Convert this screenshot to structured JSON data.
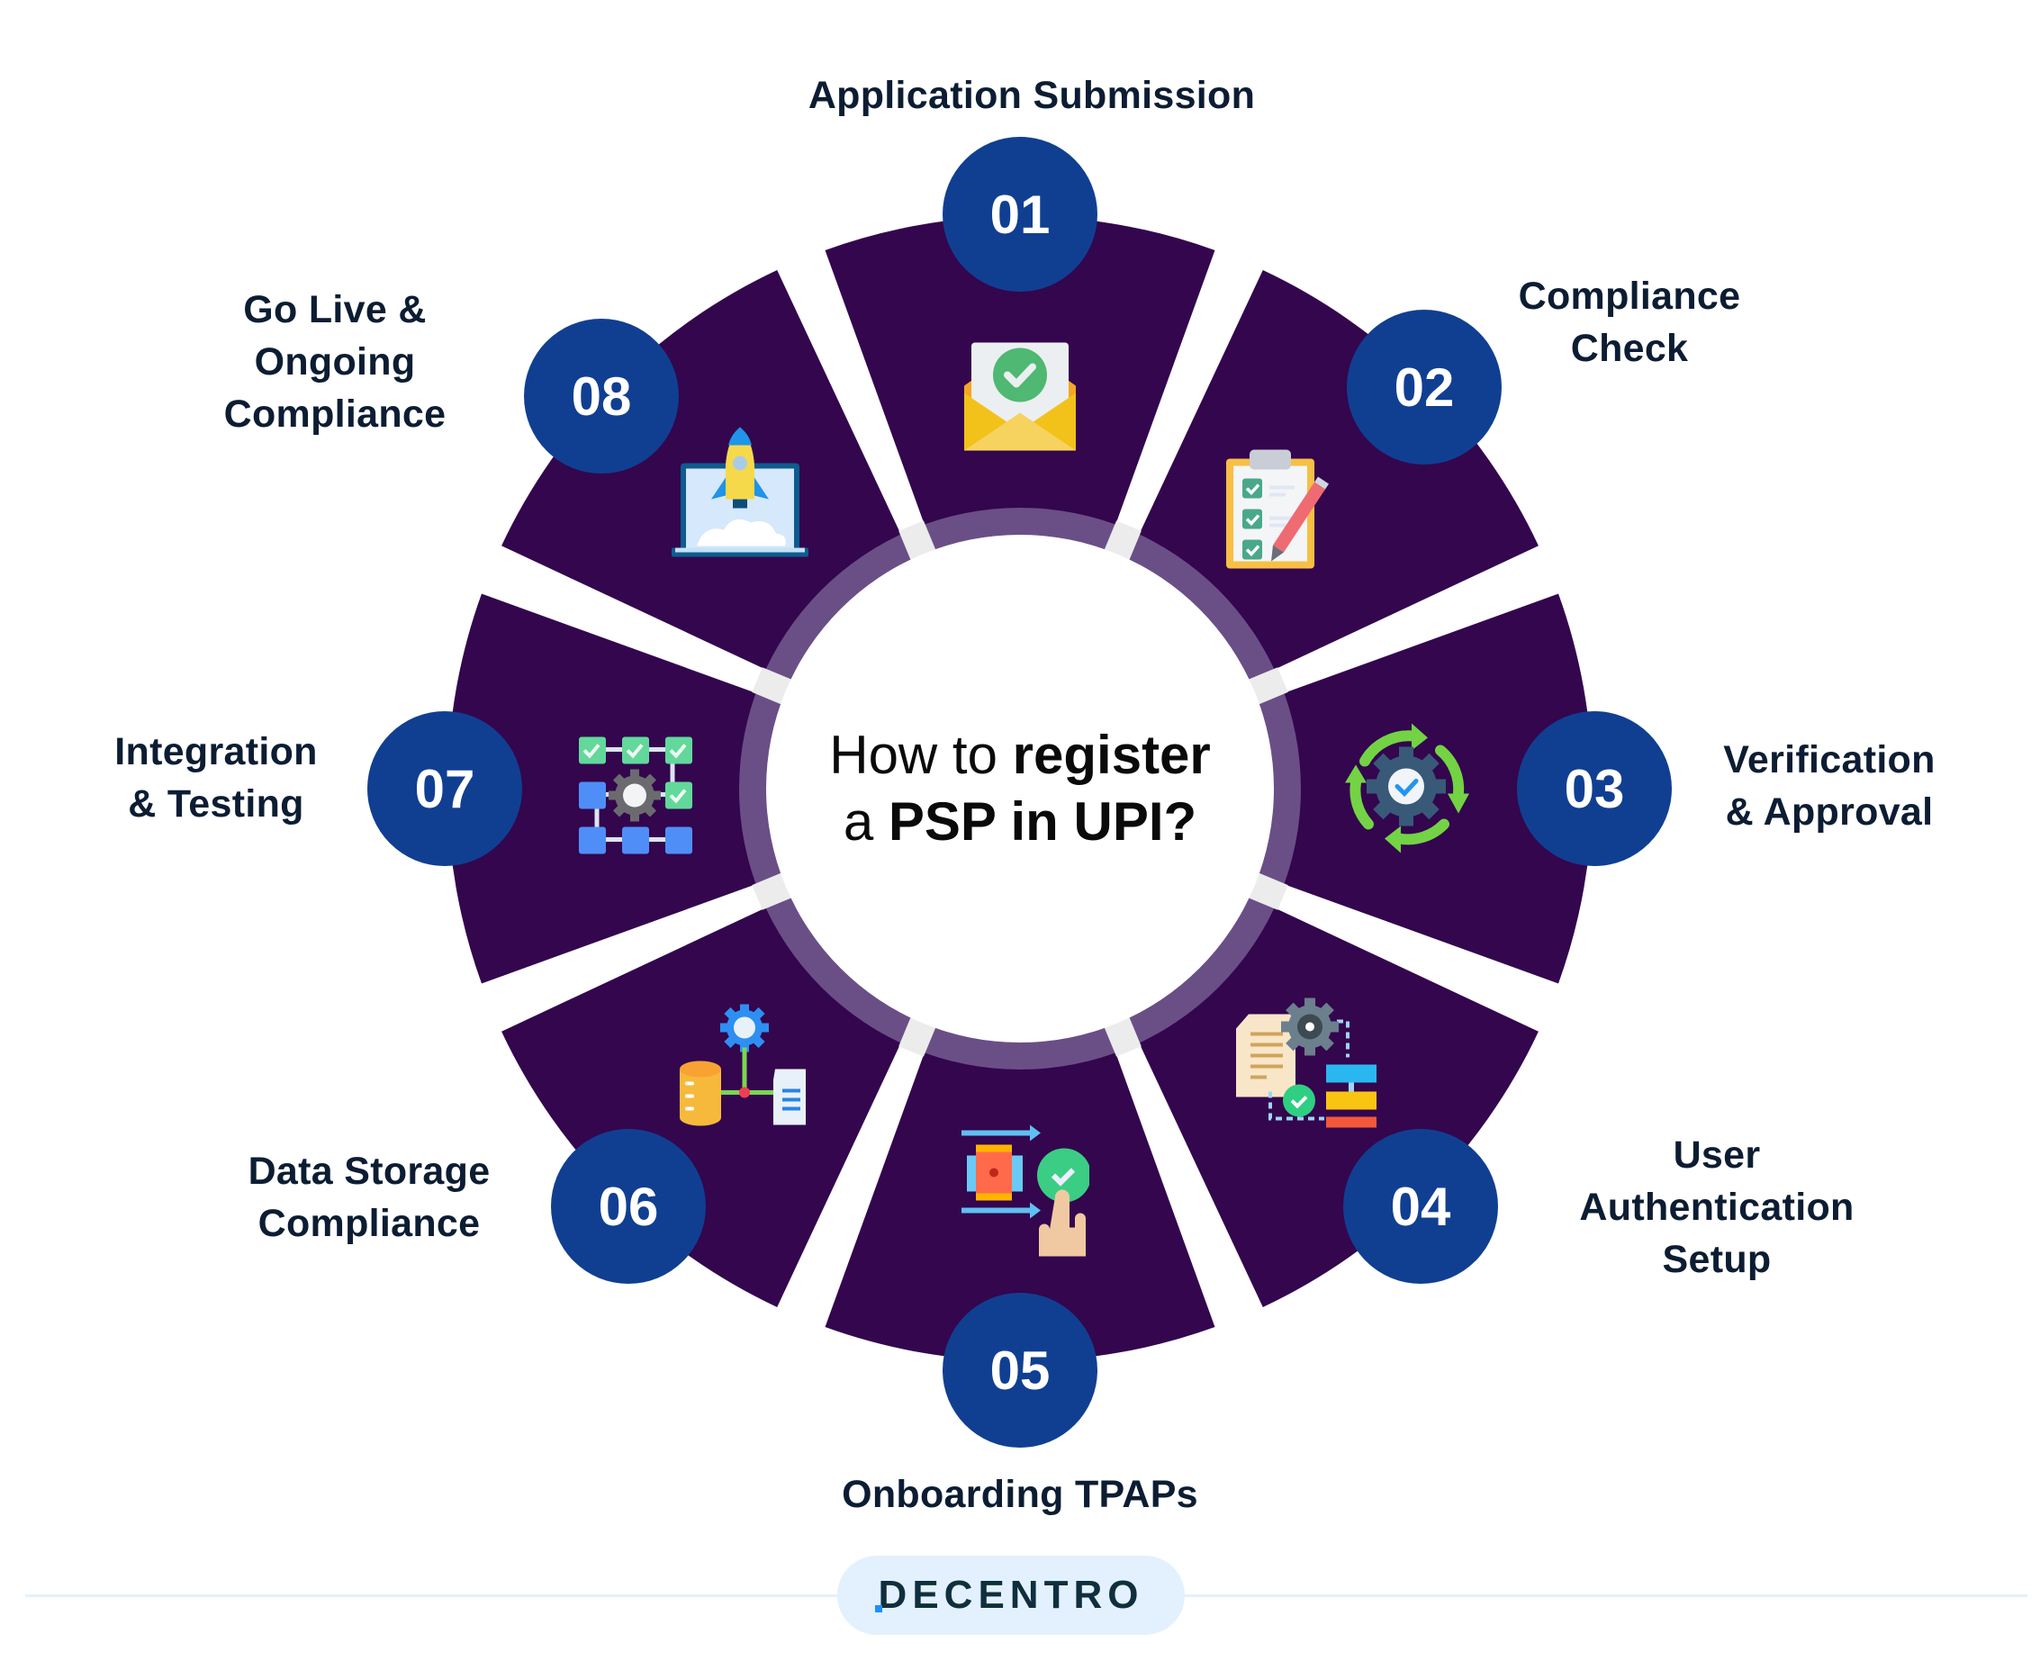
{
  "title": {
    "prefix": "How to",
    "bold_1": "register",
    "line2_prefix": "a",
    "bold_2": "PSP in UPI?"
  },
  "steps": [
    {
      "number": "01",
      "label_lines": [
        "Application Submission"
      ],
      "icon": "envelope-check-icon"
    },
    {
      "number": "02",
      "label_lines": [
        "Compliance",
        "Check"
      ],
      "icon": "clipboard-checklist-icon"
    },
    {
      "number": "03",
      "label_lines": [
        "Verification",
        "& Approval"
      ],
      "icon": "gear-cycle-check-icon"
    },
    {
      "number": "04",
      "label_lines": [
        "User",
        "Authentication",
        "Setup"
      ],
      "icon": "document-gear-flow-icon"
    },
    {
      "number": "05",
      "label_lines": [
        "Onboarding TPAPs"
      ],
      "icon": "tap-approve-icon"
    },
    {
      "number": "06",
      "label_lines": [
        "Data Storage",
        "Compliance"
      ],
      "icon": "database-gear-document-icon"
    },
    {
      "number": "07",
      "label_lines": [
        "Integration",
        "& Testing"
      ],
      "icon": "workflow-grid-gear-icon"
    },
    {
      "number": "08",
      "label_lines": [
        "Go Live &",
        "Ongoing",
        "Compliance"
      ],
      "icon": "rocket-laptop-icon"
    }
  ],
  "footer": {
    "brand": "DECENTRO"
  },
  "colors": {
    "segment": "#33064e",
    "badge": "#103f92",
    "text": "#0c1d33",
    "inner_ring": "#6a4f86",
    "logo_bg": "#e2f1fd",
    "logo_text": "#0f2f3e",
    "logo_accent": "#1e90ff"
  }
}
